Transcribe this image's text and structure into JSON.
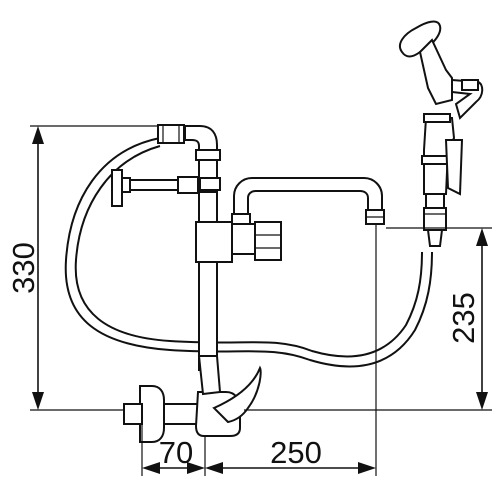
{
  "drawing": {
    "dimensions": {
      "total_height": "330",
      "spray_height": "235",
      "wall_offset": "70",
      "spout_reach": "250"
    },
    "line_color": "#111111",
    "background": "#ffffff"
  }
}
